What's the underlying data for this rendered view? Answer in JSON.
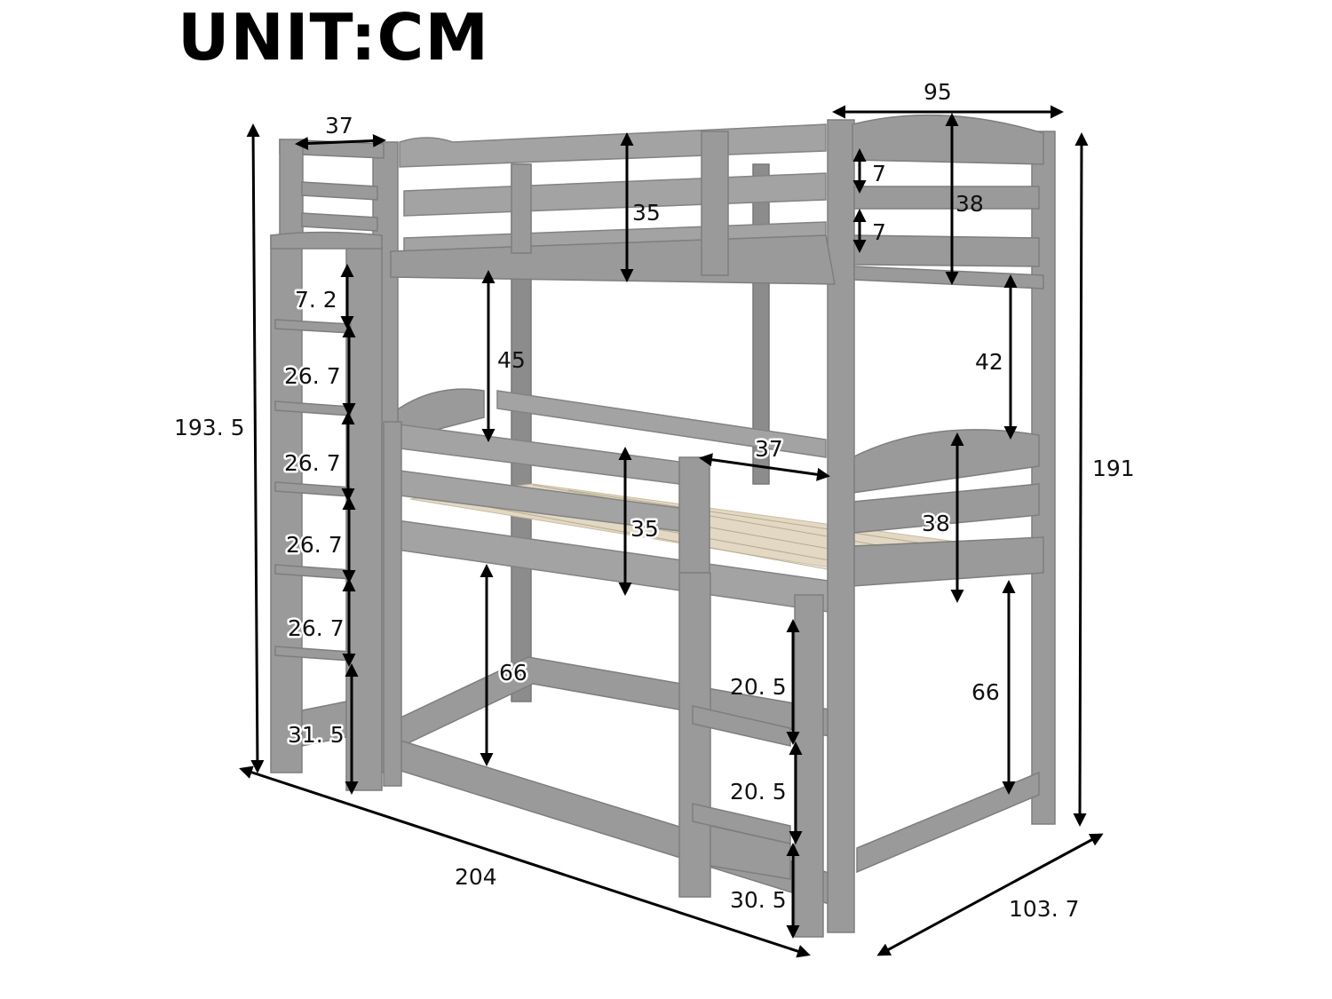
{
  "title": "UNIT:CM",
  "dimensions": {
    "top_ladder_width": "37",
    "top_bed_width": "95",
    "top_rail_height_side": "35",
    "top_rail_gap_1": "7",
    "top_rail_gap_2": "7",
    "top_headboard_height": "38",
    "top_clearance_left": "45",
    "top_clearance_right": "42",
    "total_height_left": "193. 5",
    "total_height_right": "191",
    "ladder_top": "7. 2",
    "ladder_step_1": "26. 7",
    "ladder_step_2": "26. 7",
    "ladder_step_3": "26. 7",
    "ladder_step_4": "26. 7",
    "ladder_bottom": "31. 5",
    "middle_ladder_width": "37",
    "middle_rail_height": "35",
    "middle_headboard_height": "38",
    "bottom_clearance_left": "66",
    "bottom_clearance_right": "66",
    "small_ladder_step_1": "20. 5",
    "small_ladder_step_2": "20. 5",
    "small_ladder_bottom": "30. 5",
    "length": "204",
    "depth": "103. 7"
  },
  "colors": {
    "frame": "#9a9a9a",
    "slats": "#e2d8c4",
    "background": "#ffffff"
  }
}
